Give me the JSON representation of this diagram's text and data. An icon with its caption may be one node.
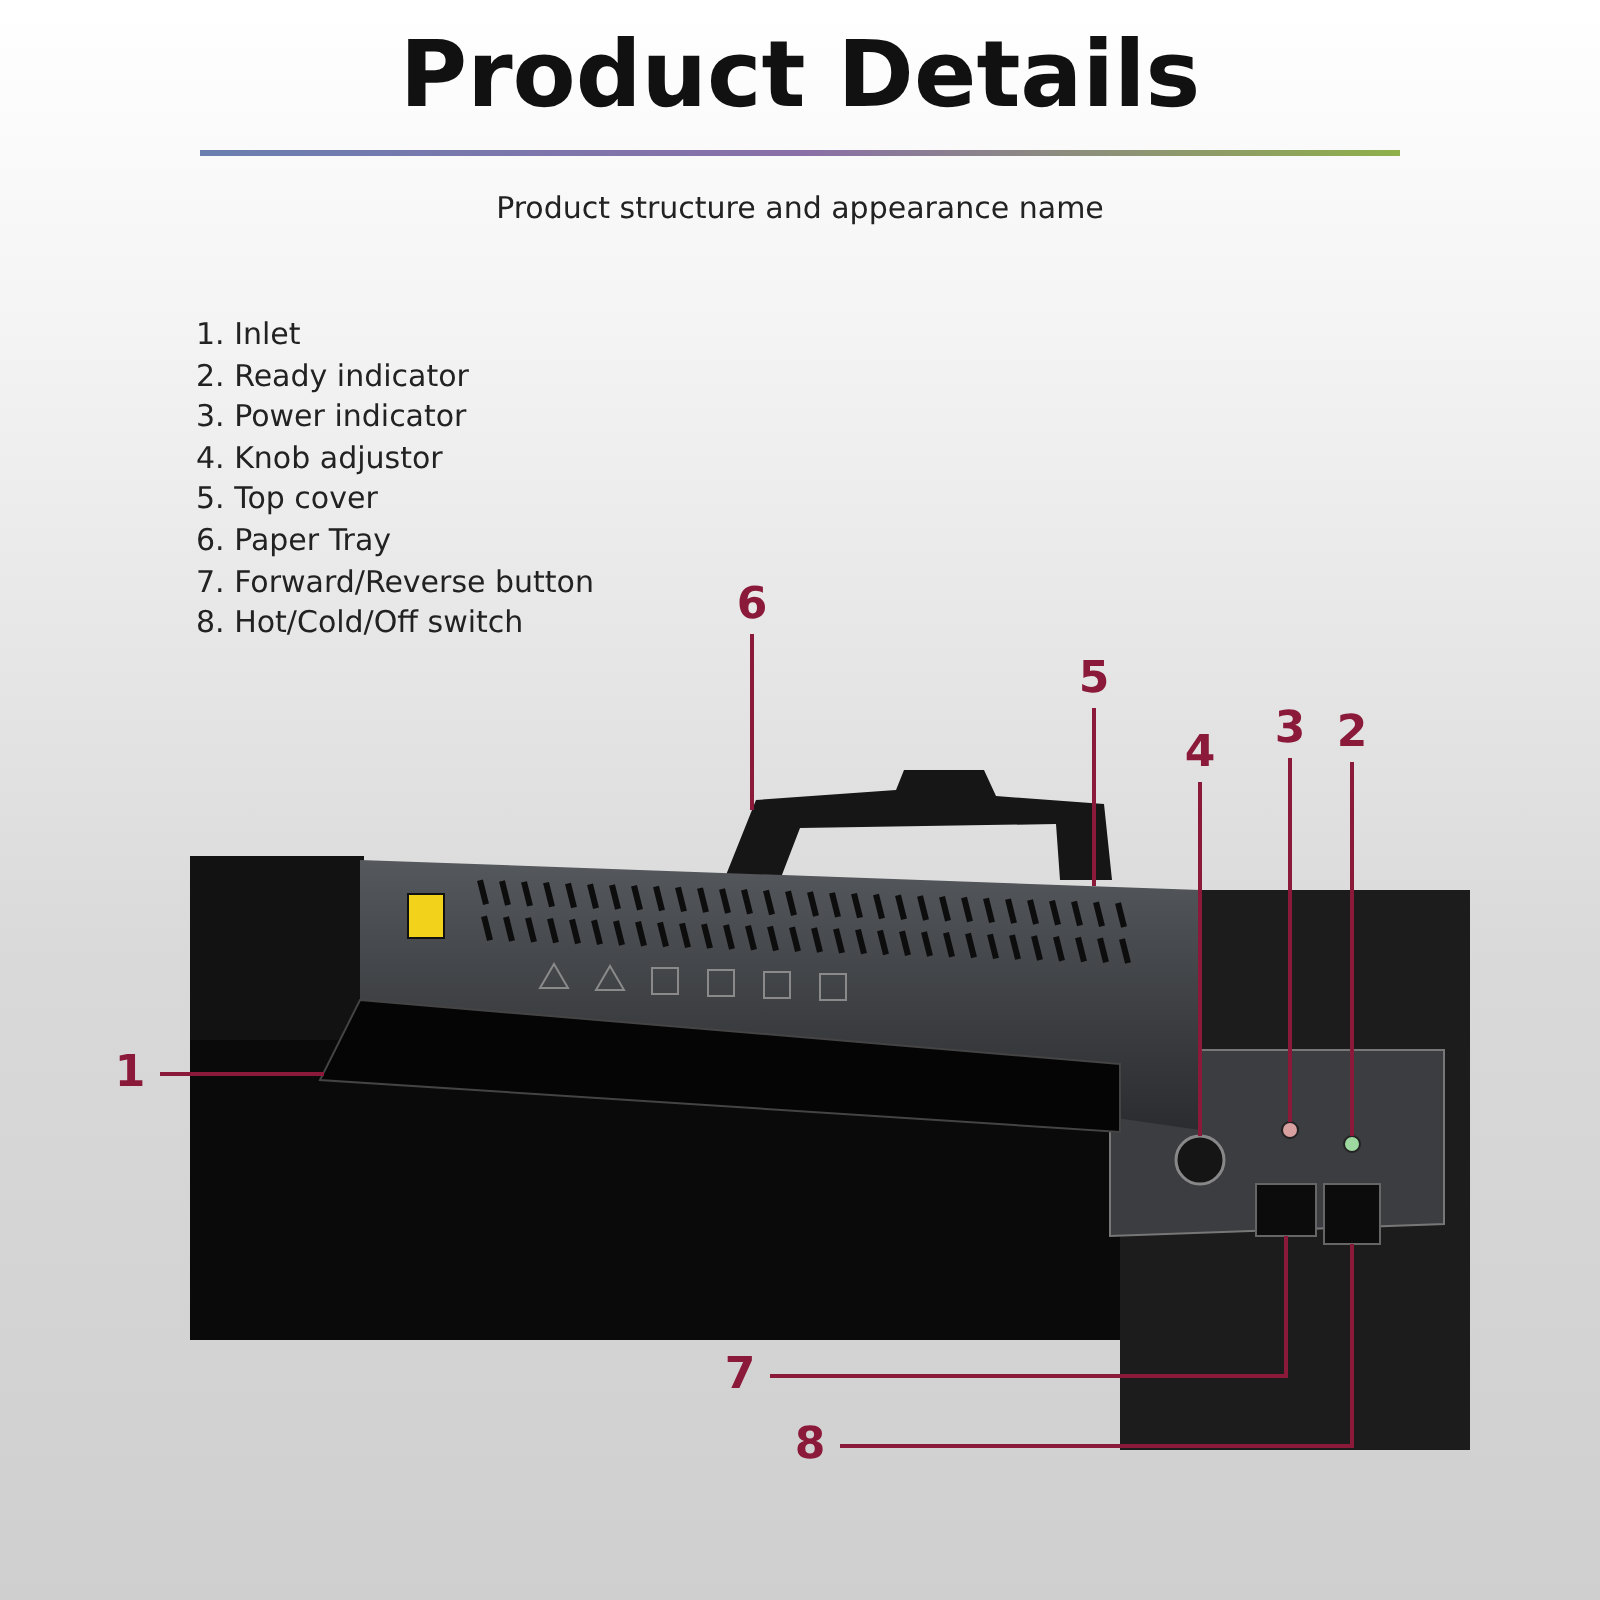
{
  "diagram": {
    "title": "Product Details",
    "caption": "Product structure and appearance name",
    "nodes": [
      {
        "text": [
          "1"
        ]
      },
      {
        "text": [
          "2"
        ]
      },
      {
        "text": [
          "3"
        ]
      },
      {
        "text": [
          "4"
        ]
      },
      {
        "text": [
          "5"
        ]
      },
      {
        "text": [
          "6"
        ]
      },
      {
        "text": [
          "7"
        ]
      },
      {
        "text": [
          "8"
        ]
      },
      {
        "text": [],
        "shape": "bar"
      },
      {
        "text": [],
        "shape": "circle"
      },
      {
        "text": [],
        "shape": "circle"
      },
      {
        "text": [],
        "shape": "circle"
      },
      {
        "text": [],
        "shape": "box"
      },
      {
        "text": [],
        "shape": "picture"
      },
      {
        "text": [],
        "shape": "box"
      },
      {
        "text": [],
        "shape": "box"
      }
    ],
    "edges": [
      {
        "from": 0,
        "to": 8,
        "arrow": "none"
      },
      {
        "from": 1,
        "to": 9,
        "arrow": "none"
      },
      {
        "from": 2,
        "to": 10,
        "arrow": "none"
      },
      {
        "from": 3,
        "to": 11,
        "arrow": "none"
      },
      {
        "from": 4,
        "to": 12,
        "arrow": "none"
      },
      {
        "from": 5,
        "to": 13,
        "arrow": "none"
      },
      {
        "from": 6,
        "to": 14,
        "arrow": "none"
      },
      {
        "from": 7,
        "to": 15,
        "arrow": "none"
      }
    ],
    "labels": [
      "1. Inlet",
      "2. Ready indicator",
      "3. Power indicator",
      "4. Knob adjustor",
      "5. Top cover",
      "6. Paper Tray",
      "7. Forward/Reverse button",
      "8. Hot/Cold/Off switch"
    ]
  }
}
